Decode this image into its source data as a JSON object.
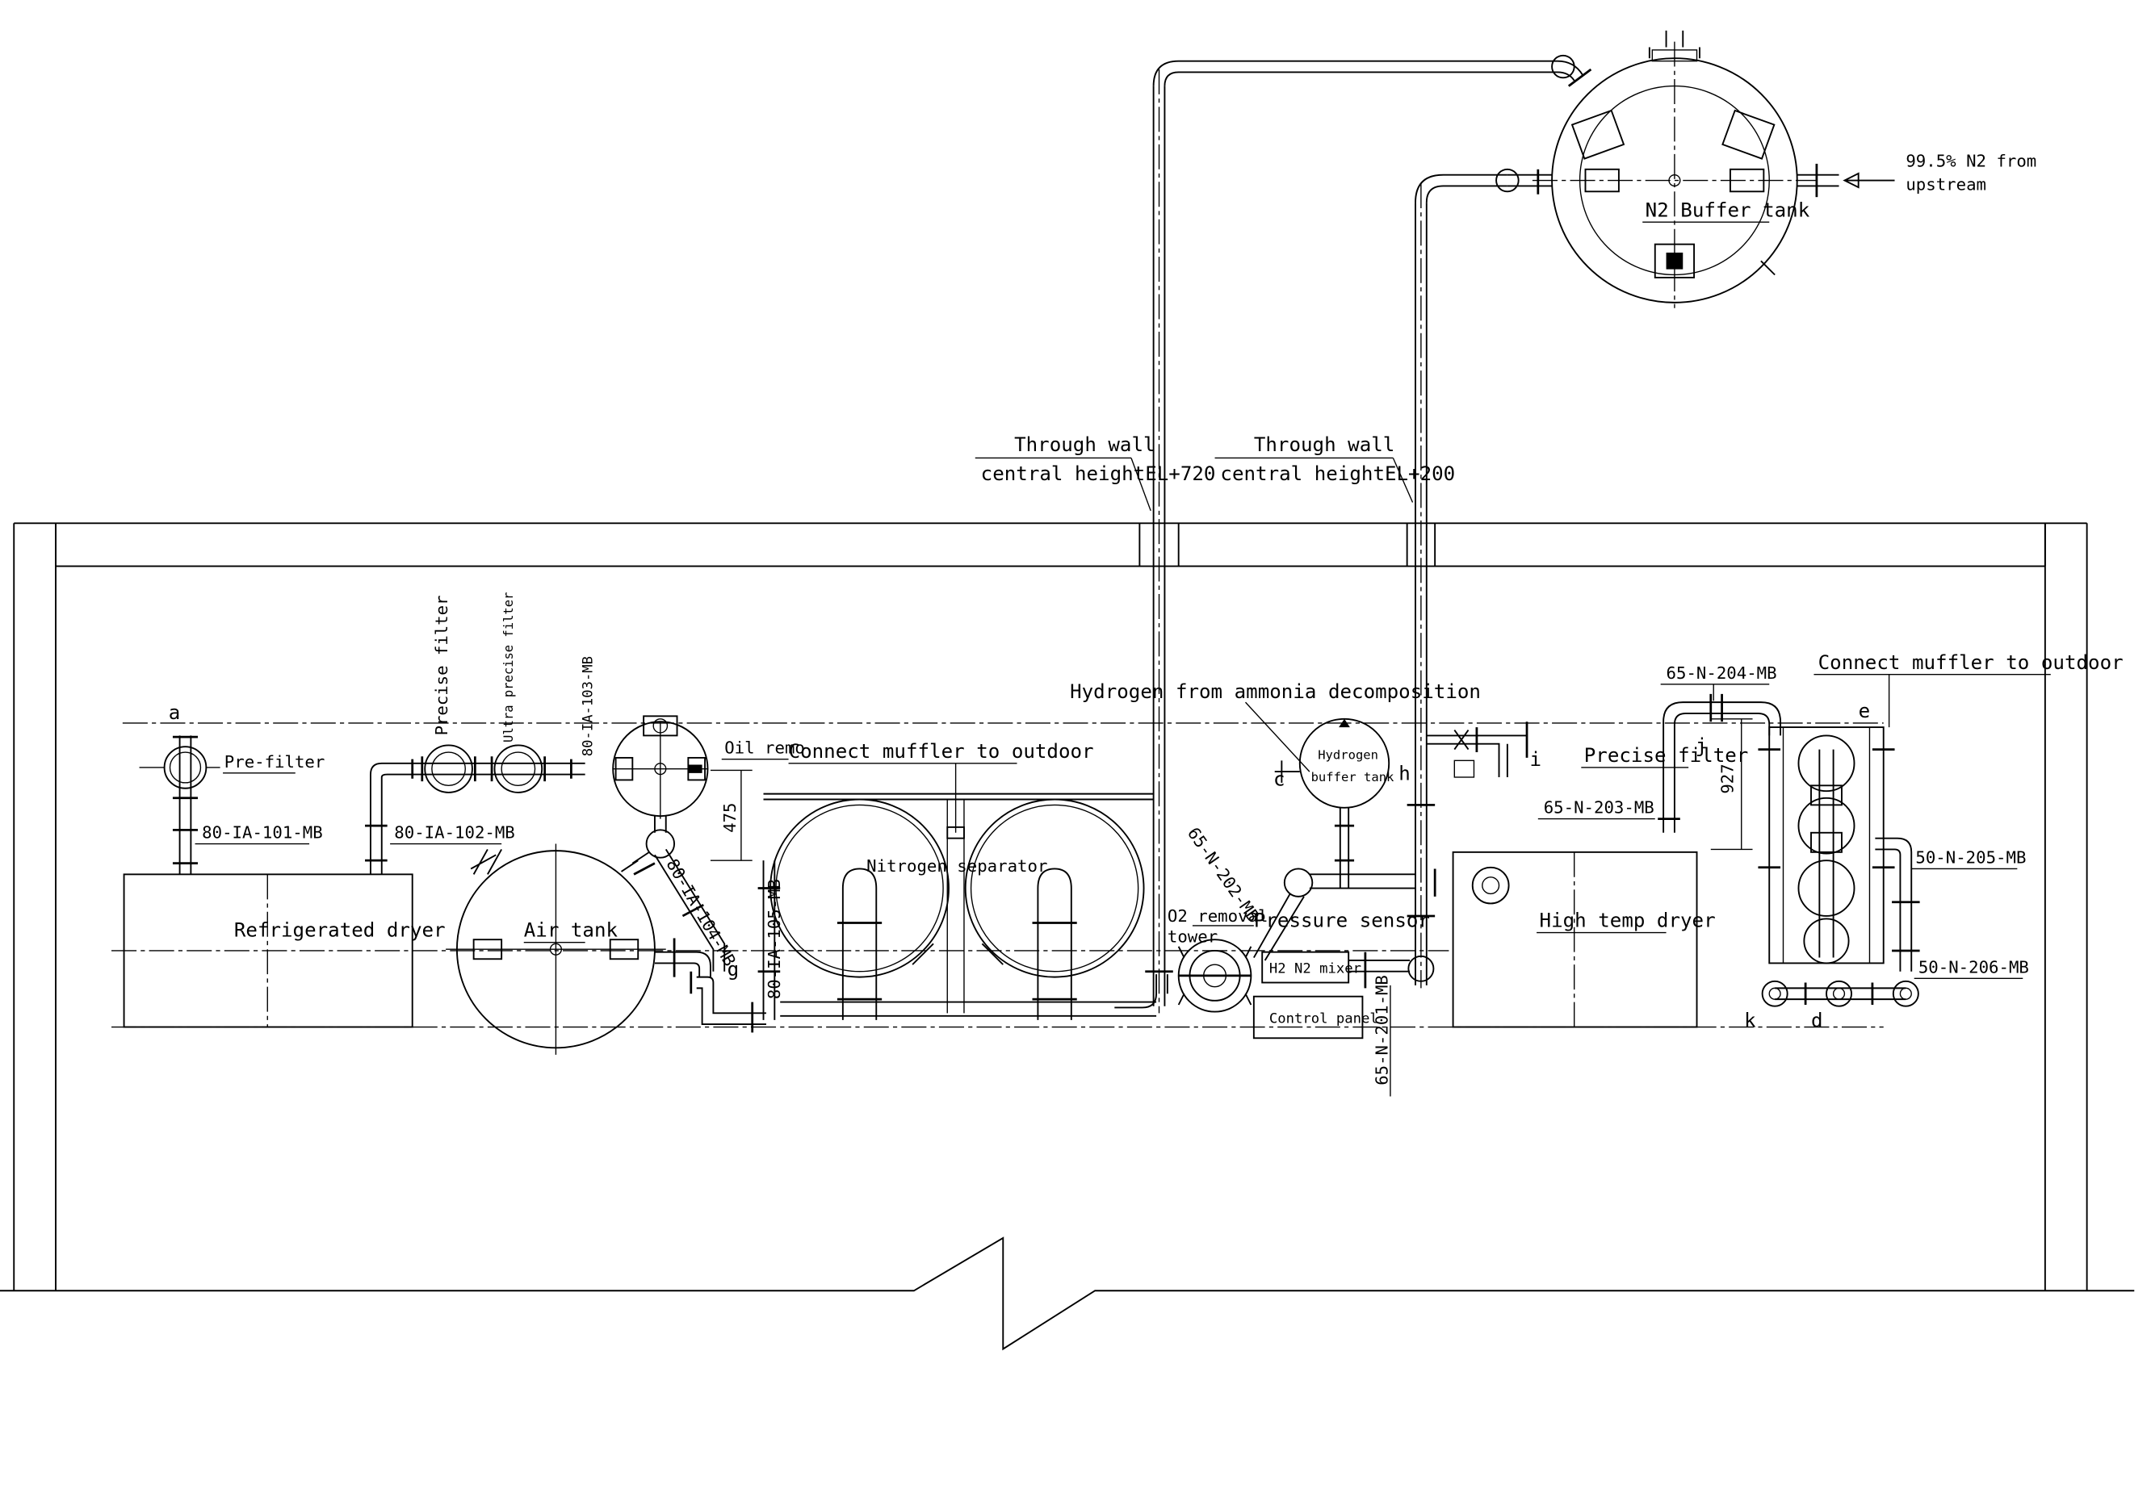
{
  "drawing": {
    "points": {
      "a": "a",
      "c": "c",
      "d": "d",
      "e": "e",
      "g": "g",
      "h": "h",
      "i": "i",
      "j": "j",
      "k": "k"
    },
    "equipment": {
      "pre_filter": "Pre-filter",
      "refrigerated_dryer": "Refrigerated dryer",
      "precise_filter_left": "Precise filter",
      "ultra_precise_filter": "Ultra precise filter",
      "oil_removal": "Oil remo",
      "air_tank": "Air tank",
      "nitrogen_separator": "Nitrogen separator",
      "o2_removal_line1": "O2 removal",
      "o2_removal_line2": "tower",
      "hydrogen_buffer_line1": "Hydrogen",
      "hydrogen_buffer_line2": "buffer tank",
      "h2_n2_mixer": "H2 N2 mixer",
      "control_panel": "Control panel",
      "pressure_sensor": "Pressure sensor",
      "high_temp_dryer": "High temp dryer",
      "precise_filter_right": "Precise filter",
      "n2_buffer_tank": "N2 Buffer tank"
    },
    "notes": {
      "muffler_left": "Connect muffler to outdoor",
      "muffler_right": "Connect muffler to outdoor",
      "hydrogen_from": "Hydrogen from ammonia decomposition",
      "wall1_line1": "Through wall",
      "wall1_line2": "central heightEL+720",
      "wall2_line1": "Through wall",
      "wall2_line2": "central heightEL+200",
      "n2_from_line1": "99.5% N2 from",
      "n2_from_line2": "upstream"
    },
    "line_numbers": {
      "l101": "80-IA-101-MB",
      "l102": "80-IA-102-MB",
      "l103": "80-IA-103-MB",
      "l104": "80-IA-104-MB",
      "l105": "80-IA-105-MB",
      "l201": "65-N-201-MB",
      "l202": "65-N-202-MB",
      "l203": "65-N-203-MB",
      "l204": "65-N-204-MB",
      "l205": "50-N-205-MB",
      "l206": "50-N-206-MB"
    },
    "dimensions": {
      "d475": "475",
      "d927": "927"
    }
  }
}
